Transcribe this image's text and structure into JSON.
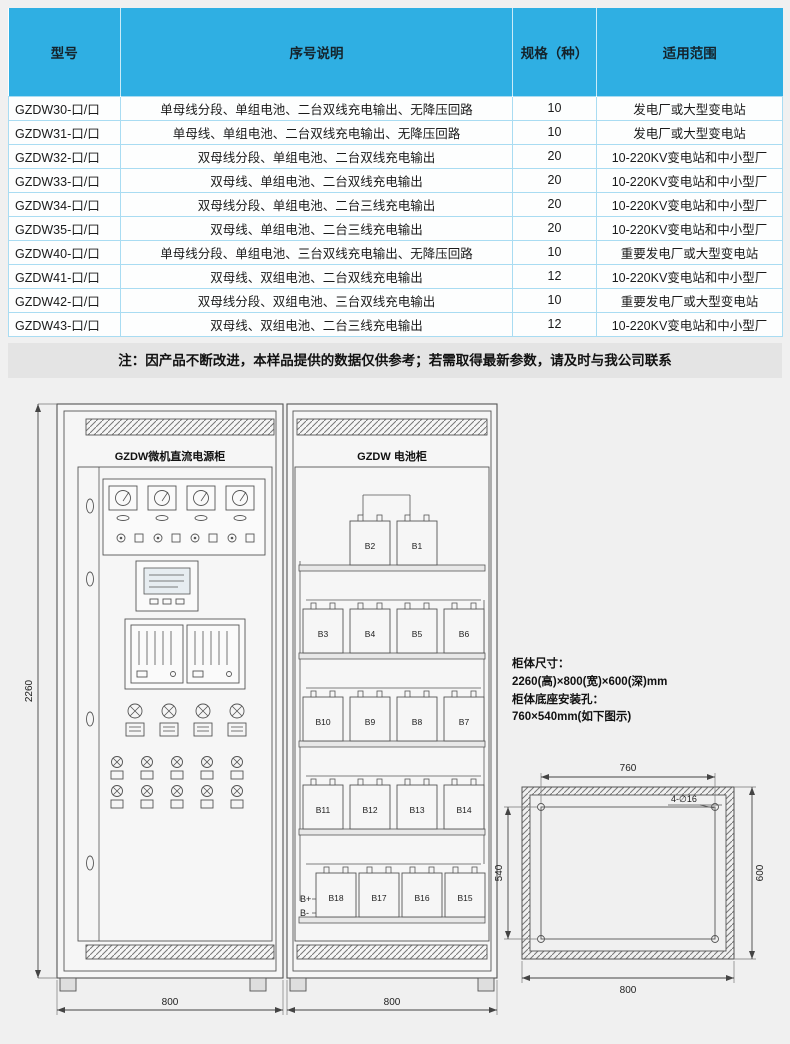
{
  "table": {
    "headers": [
      "型号",
      "序号说明",
      "规格（种）",
      "适用范围"
    ],
    "rows": [
      {
        "model": "GZDW30-口/口",
        "desc": "单母线分段、单组电池、二台双线充电输出、无降压回路",
        "spec": "10",
        "range": "发电厂或大型变电站"
      },
      {
        "model": "GZDW31-口/口",
        "desc": "单母线、单组电池、二台双线充电输出、无降压回路",
        "spec": "10",
        "range": "发电厂或大型变电站"
      },
      {
        "model": "GZDW32-口/口",
        "desc": "双母线分段、单组电池、二台双线充电输出",
        "spec": "20",
        "range": "10-220KV变电站和中小型厂"
      },
      {
        "model": "GZDW33-口/口",
        "desc": "双母线、单组电池、二台双线充电输出",
        "spec": "20",
        "range": "10-220KV变电站和中小型厂"
      },
      {
        "model": "GZDW34-口/口",
        "desc": "双母线分段、单组电池、二台三线充电输出",
        "spec": "20",
        "range": "10-220KV变电站和中小型厂"
      },
      {
        "model": "GZDW35-口/口",
        "desc": "双母线、单组电池、二台三线充电输出",
        "spec": "20",
        "range": "10-220KV变电站和中小型厂"
      },
      {
        "model": "GZDW40-口/口",
        "desc": "单母线分段、单组电池、三台双线充电输出、无降压回路",
        "spec": "10",
        "range": "重要发电厂或大型变电站"
      },
      {
        "model": "GZDW41-口/口",
        "desc": "双母线、双组电池、二台双线充电输出",
        "spec": "12",
        "range": "10-220KV变电站和中小型厂"
      },
      {
        "model": "GZDW42-口/口",
        "desc": "双母线分段、双组电池、三台双线充电输出",
        "spec": "10",
        "range": "重要发电厂或大型变电站"
      },
      {
        "model": "GZDW43-口/口",
        "desc": "双母线、双组电池、二台三线充电输出",
        "spec": "12",
        "range": "10-220KV变电站和中小型厂"
      }
    ]
  },
  "note": "注：因产品不断改进，本样品提供的数据仅供参考；若需取得最新参数，请及时与我公司联系",
  "diagram": {
    "left_cabinet_title": "GZDW微机直流电源柜",
    "right_cabinet_title": "GZDW 电池柜",
    "height_dim": "2260",
    "left_width_dim": "800",
    "right_width_dim": "800",
    "battery_pos": "B+",
    "battery_neg": "B-",
    "shelves": [
      [
        "B2",
        "B1"
      ],
      [
        "B3",
        "B4",
        "B5",
        "B6"
      ],
      [
        "B10",
        "B9",
        "B8",
        "B7"
      ],
      [
        "B11",
        "B12",
        "B13",
        "B14"
      ],
      [
        "B18",
        "B17",
        "B16",
        "B15"
      ]
    ],
    "size_text": {
      "line1": "柜体尺寸：",
      "line2": "2260(高)×800(宽)×600(深)mm",
      "line3": "柜体底座安装孔：",
      "line4": "760×540mm(如下图示)"
    },
    "base": {
      "top_dim": "760",
      "left_dim": "540",
      "right_dim": "600",
      "bottom_dim": "800",
      "hole_label": "4-∅16"
    }
  },
  "colors": {
    "header_blue": "#2fafe3",
    "table_border": "#a9dcf2",
    "note_bg": "#e4e4e4",
    "page_bg": "#f0f0f0",
    "line": "#555555"
  }
}
